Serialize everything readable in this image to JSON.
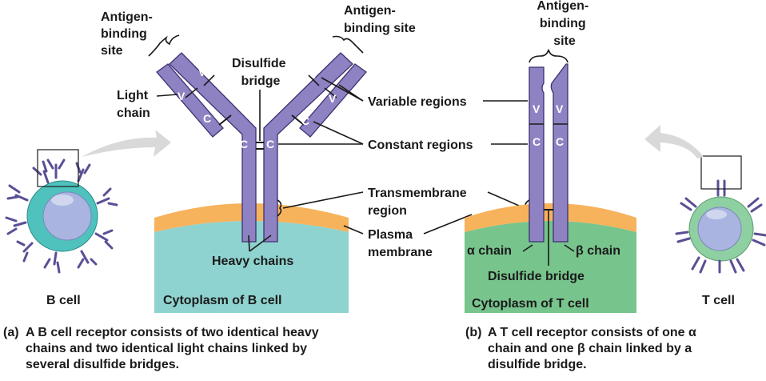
{
  "colors": {
    "chain": "#8f82c3",
    "chain_stroke": "#3b316f",
    "membrane": "#f7b25c",
    "b_cytoplasm": "#8ed3cf",
    "t_cytoplasm": "#78c48d",
    "b_cell": "#4fc2be",
    "t_cell": "#8fd0a2",
    "nucleus": "#a9b5e0",
    "arrow": "#d9d9d9"
  },
  "labels": {
    "antigen_site_1": [
      "Antigen-",
      "binding",
      "site"
    ],
    "antigen_site_2": [
      "Antigen-",
      "binding site"
    ],
    "antigen_site_3": [
      "Antigen-",
      "binding",
      "site"
    ],
    "light_chain": [
      "Light",
      "chain"
    ],
    "disulfide_bridge_top": [
      "Disulfide",
      "bridge"
    ],
    "variable_regions": "Variable regions",
    "constant_regions": "Constant regions",
    "transmembrane": [
      "Transmembrane",
      "region"
    ],
    "plasma_membrane": [
      "Plasma",
      "membrane"
    ],
    "heavy_chains": "Heavy chains",
    "b_cytoplasm": "Cytoplasm of B cell",
    "t_cytoplasm": "Cytoplasm of T cell",
    "b_cell": "B cell",
    "t_cell": "T cell",
    "alpha_chain": "α chain",
    "beta_chain": "β chain",
    "disulfide_bridge_bottom": "Disulfide bridge",
    "v": "V",
    "c": "C"
  },
  "captions": {
    "a_tag": "(a)",
    "a_text": "A B cell receptor consists of two identical heavy\nchains and two identical light chains linked by\nseveral disulfide bridges.",
    "b_tag": "(b)",
    "b_text": "A T cell receptor consists of one α\nchain and one β chain linked by a\ndisulfide bridge."
  }
}
